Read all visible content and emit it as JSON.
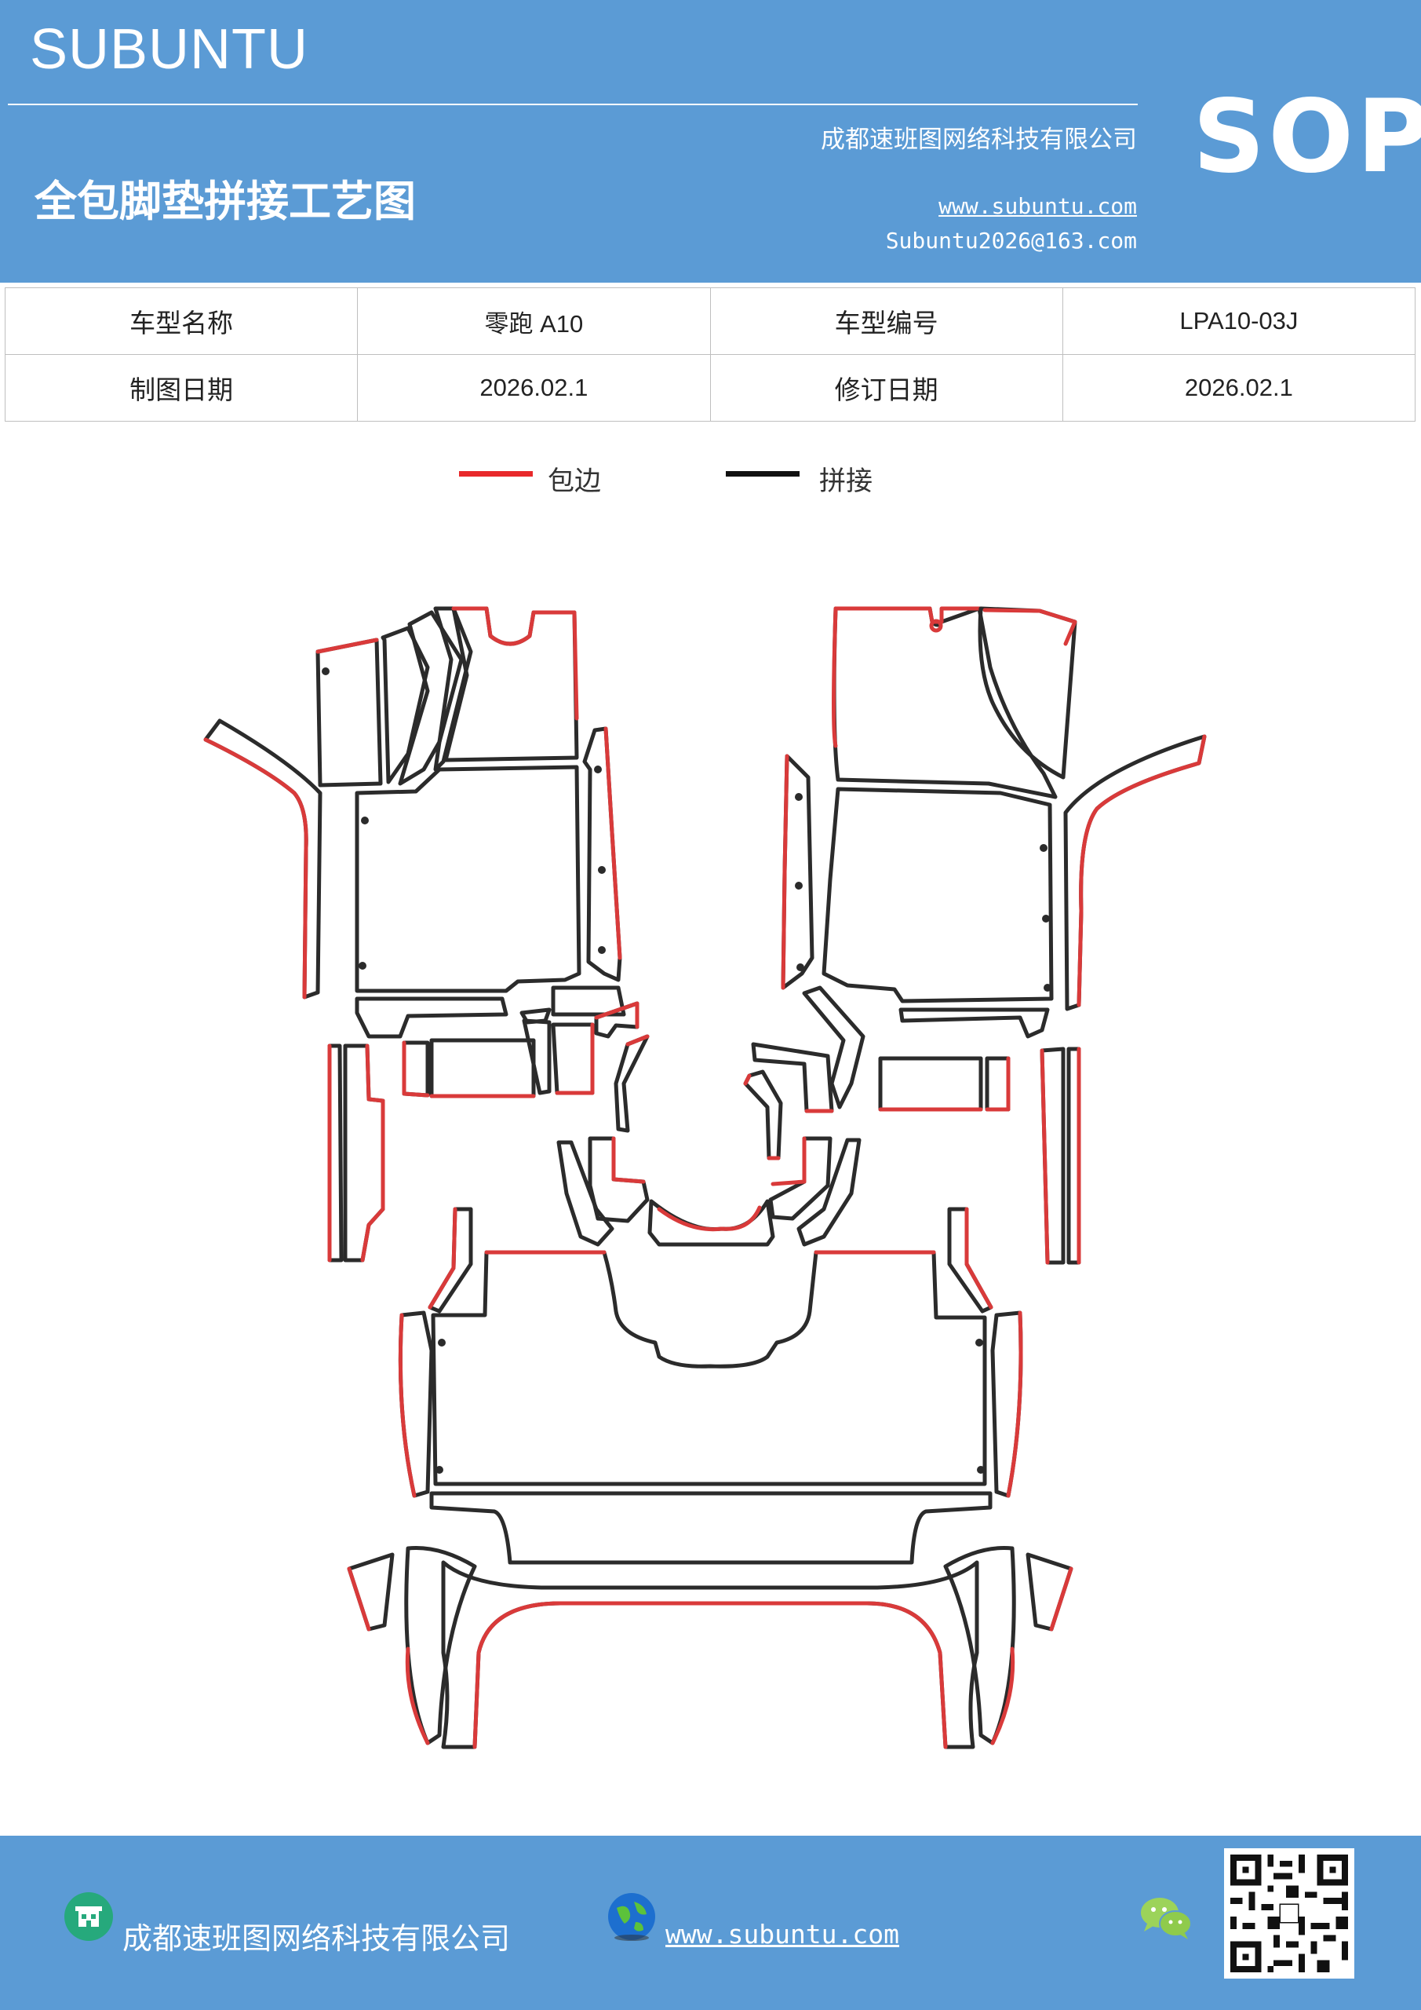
{
  "header": {
    "brand": "SUBUNTU",
    "company": "成都速班图网络科技有限公司",
    "title": "全包脚垫拼接工艺图",
    "website": "www.subuntu.com",
    "email": "Subuntu2026@163.com",
    "badge": "SOP"
  },
  "info_table": {
    "rows": [
      [
        "车型名称",
        "零跑 A10",
        "车型编号",
        "LPA10-03J"
      ],
      [
        "制图日期",
        "2026.02.1",
        "修订日期",
        "2026.02.1"
      ]
    ]
  },
  "legend": {
    "items": [
      {
        "label": "包边",
        "color": "#e8292b"
      },
      {
        "label": "拼接",
        "color": "#111111"
      }
    ]
  },
  "colors": {
    "accent": "#5b9bd5",
    "edge_red": "#d93a3a",
    "seam_dark": "#2b2b2b"
  },
  "footer": {
    "company": "成都速班图网络科技有限公司",
    "website": "www.subuntu.com",
    "icons": [
      "building-icon",
      "globe-icon",
      "wechat-icon",
      "qr-code"
    ]
  }
}
